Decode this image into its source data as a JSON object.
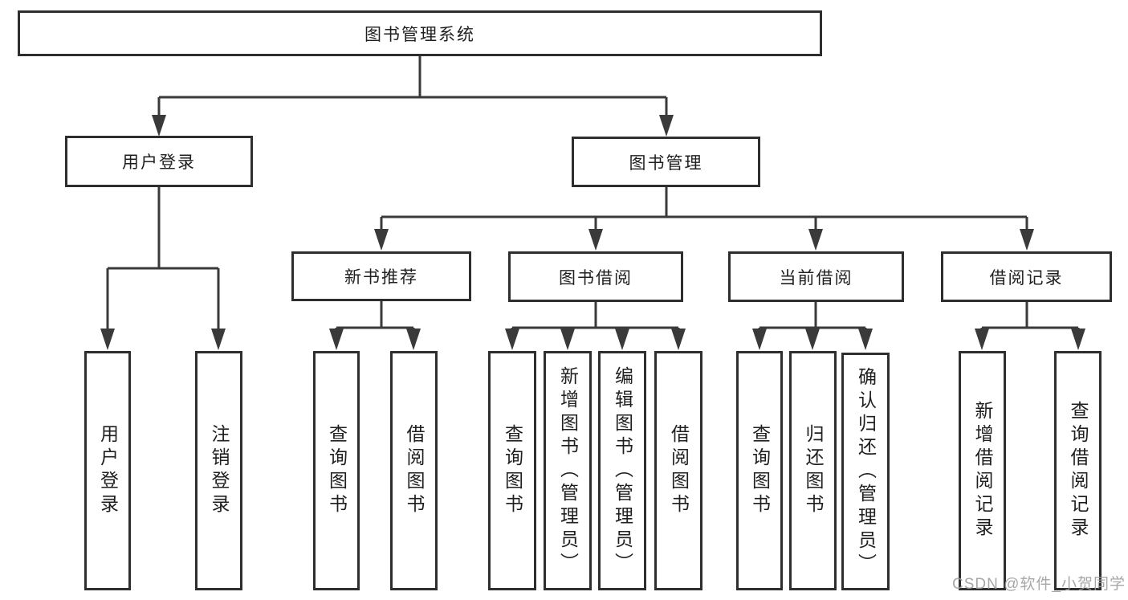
{
  "diagram_type": "hierarchy-flowchart",
  "colors": {
    "background": "#ffffff",
    "box_border": "#2e2e2e",
    "connector_line": "#3a3a3a",
    "text": "#1f1f1f",
    "watermark_text": "#9e9e9e"
  },
  "nodes": {
    "root": "图书管理系统",
    "l2a": "用户登录",
    "l2b": "图书管理",
    "l3a": "新书推荐",
    "l3b": "图书借阅",
    "l3c": "当前借阅",
    "l3d": "借阅记录",
    "leafA1": "用户登录",
    "leafA2": "注销登录",
    "leafB1": "查询图书",
    "leafB2": "借阅图书",
    "leafC1": "查询图书",
    "leafC2": "新增图书（管理员）",
    "leafC3": "编辑图书（管理员）",
    "leafC4": "借阅图书",
    "leafD1": "查询图书",
    "leafD2": "归还图书",
    "leafD3": "确认归还（管理员）",
    "leafE1": "新增借阅记录",
    "leafE2": "查询借阅记录"
  },
  "tree": {
    "label": "图书管理系统",
    "children": [
      {
        "label": "用户登录",
        "children": [
          {
            "label": "用户登录"
          },
          {
            "label": "注销登录"
          }
        ]
      },
      {
        "label": "图书管理",
        "children": [
          {
            "label": "新书推荐",
            "children": [
              {
                "label": "查询图书"
              },
              {
                "label": "借阅图书"
              }
            ]
          },
          {
            "label": "图书借阅",
            "children": [
              {
                "label": "查询图书"
              },
              {
                "label": "新增图书（管理员）"
              },
              {
                "label": "编辑图书（管理员）"
              },
              {
                "label": "借阅图书"
              }
            ]
          },
          {
            "label": "当前借阅",
            "children": [
              {
                "label": "查询图书"
              },
              {
                "label": "归还图书"
              },
              {
                "label": "确认归还（管理员）"
              }
            ]
          },
          {
            "label": "借阅记录",
            "children": [
              {
                "label": "新增借阅记录"
              },
              {
                "label": "查询借阅记录"
              }
            ]
          }
        ]
      }
    ]
  },
  "watermark": {
    "text": "CSDN @软件_小贺同学"
  }
}
